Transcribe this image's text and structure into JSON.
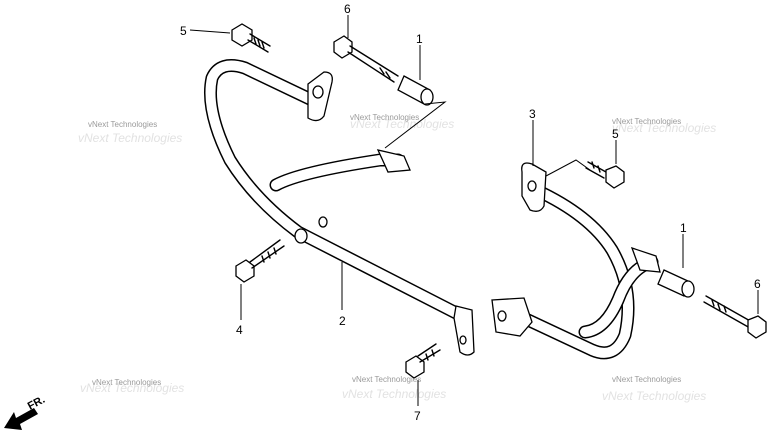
{
  "watermark": "vNext Technologies",
  "direction": "FR.",
  "callouts": [
    {
      "id": "c1a",
      "label": "1"
    },
    {
      "id": "c1b",
      "label": "1"
    },
    {
      "id": "c2",
      "label": "2"
    },
    {
      "id": "c3",
      "label": "3"
    },
    {
      "id": "c4",
      "label": "4"
    },
    {
      "id": "c5a",
      "label": "5"
    },
    {
      "id": "c5b",
      "label": "5"
    },
    {
      "id": "c6a",
      "label": "6"
    },
    {
      "id": "c6b",
      "label": "6"
    },
    {
      "id": "c7",
      "label": "7"
    }
  ]
}
